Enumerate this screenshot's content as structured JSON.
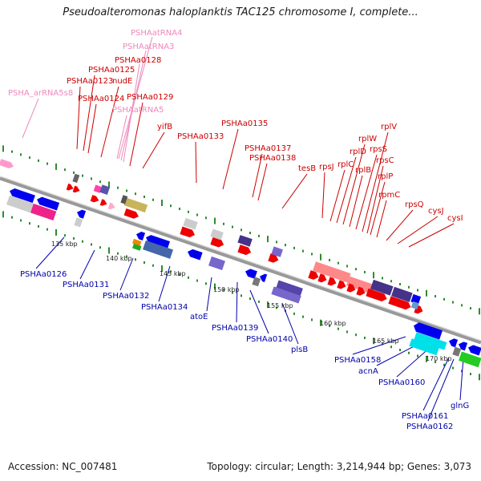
{
  "title": "Pseudoalteromonas haloplanktis TAC125 chromosome I, complete...",
  "footer": {
    "accession": "Accession: NC_007481",
    "summary": "Topology: circular; Length: 3,214,944 bp; Genes: 3,073"
  },
  "colors": {
    "backbone": "#888888",
    "tick": "#2e8b2e",
    "label_top": "#cc0000",
    "label_rna": "#ee88bb",
    "label_bottom": "#0000aa"
  },
  "scale_labels": [
    "135 kbp",
    "140 kbp",
    "145 kbp",
    "150 kbp",
    "155 kbp",
    "160 kbp",
    "165 kbp",
    "170 kbp"
  ],
  "top_labels": [
    {
      "text": "PSHAatRNA4",
      "color": "#ee88bb"
    },
    {
      "text": "PSHAatRNA3",
      "color": "#ee88bb"
    },
    {
      "text": "PSHAa0128",
      "color": "#cc0000"
    },
    {
      "text": "PSHAa0125",
      "color": "#cc0000"
    },
    {
      "text": "PSHAa0123",
      "color": "#cc0000"
    },
    {
      "text": "nudE",
      "color": "#cc0000"
    },
    {
      "text": "PSHA_arRNA5s8",
      "color": "#ee88bb"
    },
    {
      "text": "PSHAa0124",
      "color": "#cc0000"
    },
    {
      "text": "PSHAa0129",
      "color": "#cc0000"
    },
    {
      "text": "PSHAatRNA5",
      "color": "#ee88bb"
    },
    {
      "text": "yifB",
      "color": "#cc0000"
    },
    {
      "text": "PSHAa0135",
      "color": "#cc0000"
    },
    {
      "text": "PSHAa0133",
      "color": "#cc0000"
    },
    {
      "text": "PSHAa0137",
      "color": "#cc0000"
    },
    {
      "text": "PSHAa0138",
      "color": "#cc0000"
    },
    {
      "text": "tesB",
      "color": "#cc0000"
    },
    {
      "text": "rpsJ",
      "color": "#cc0000"
    },
    {
      "text": "rplC",
      "color": "#cc0000"
    },
    {
      "text": "rplD",
      "color": "#cc0000"
    },
    {
      "text": "rplW",
      "color": "#cc0000"
    },
    {
      "text": "rplB",
      "color": "#cc0000"
    },
    {
      "text": "rpsS",
      "color": "#cc0000"
    },
    {
      "text": "rplV",
      "color": "#cc0000"
    },
    {
      "text": "rpsC",
      "color": "#cc0000"
    },
    {
      "text": "rplP",
      "color": "#cc0000"
    },
    {
      "text": "rpmC",
      "color": "#cc0000"
    },
    {
      "text": "rpsQ",
      "color": "#cc0000"
    },
    {
      "text": "cysJ",
      "color": "#cc0000"
    },
    {
      "text": "cysI",
      "color": "#cc0000"
    }
  ],
  "bottom_labels": [
    {
      "text": "PSHAa0126"
    },
    {
      "text": "PSHAa0131"
    },
    {
      "text": "PSHAa0132"
    },
    {
      "text": "PSHAa0134"
    },
    {
      "text": "atoE"
    },
    {
      "text": "PSHAa0139"
    },
    {
      "text": "PSHAa0140"
    },
    {
      "text": "plsB"
    },
    {
      "text": "PSHAa0158"
    },
    {
      "text": "acnA"
    },
    {
      "text": "PSHAa0160"
    },
    {
      "text": "glnG"
    },
    {
      "text": "PSHAa0161"
    },
    {
      "text": "PSHAa0162"
    }
  ]
}
